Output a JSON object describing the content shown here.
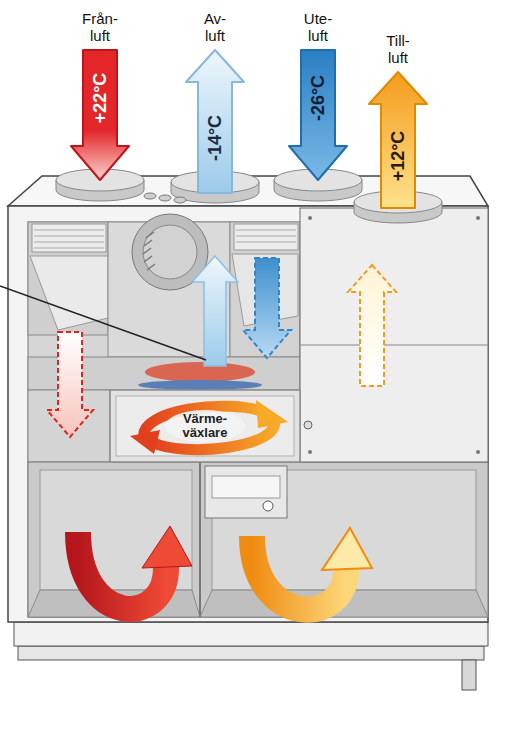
{
  "diagram": {
    "nodes": [
      {
        "text": [
          "Från- luft",
          "+22°C"
        ]
      },
      {
        "text": [
          "Av- luft",
          "-14°C"
        ]
      },
      {
        "text": [
          "Ute- luft",
          "-26°C"
        ]
      },
      {
        "text": [
          "Till- luft",
          "+12°C"
        ]
      },
      {
        "text": [
          "Värme- växlare"
        ]
      }
    ]
  }
}
